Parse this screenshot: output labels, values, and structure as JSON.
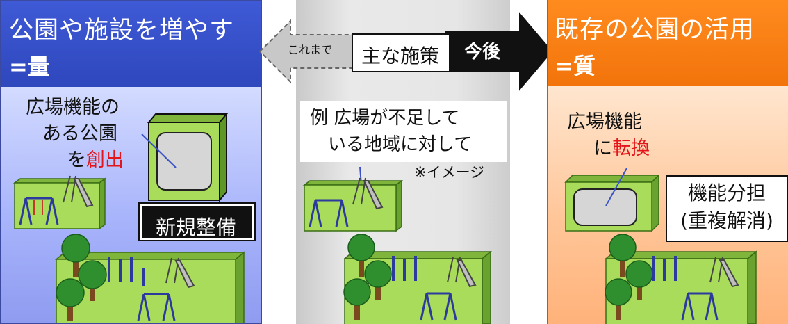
{
  "left": {
    "title": "公園や施設を増やす",
    "subtitle": "=量",
    "text_lines": [
      "広場機能の",
      "ある公園",
      "を"
    ],
    "highlight": "創出",
    "tag": "新規整備"
  },
  "middle": {
    "arrow_back_label": "これまで",
    "center_label": "主な施策",
    "arrow_forward_label": "今後",
    "example_lines": [
      "例 広場が不足して",
      "いる地域に対して"
    ],
    "note": "※イメージ"
  },
  "right": {
    "title": "既存の公園の活用",
    "subtitle": "=質",
    "text_prefix": "広場機能",
    "text_line2_prefix": "に",
    "highlight": "転換",
    "tag_lines": [
      "機能分担",
      "(重複解消)"
    ]
  },
  "colors": {
    "left_header": "#3f5ad6",
    "right_header": "#ff8b1f",
    "highlight": "#e3151a",
    "park_green": "#a8dc5a"
  }
}
